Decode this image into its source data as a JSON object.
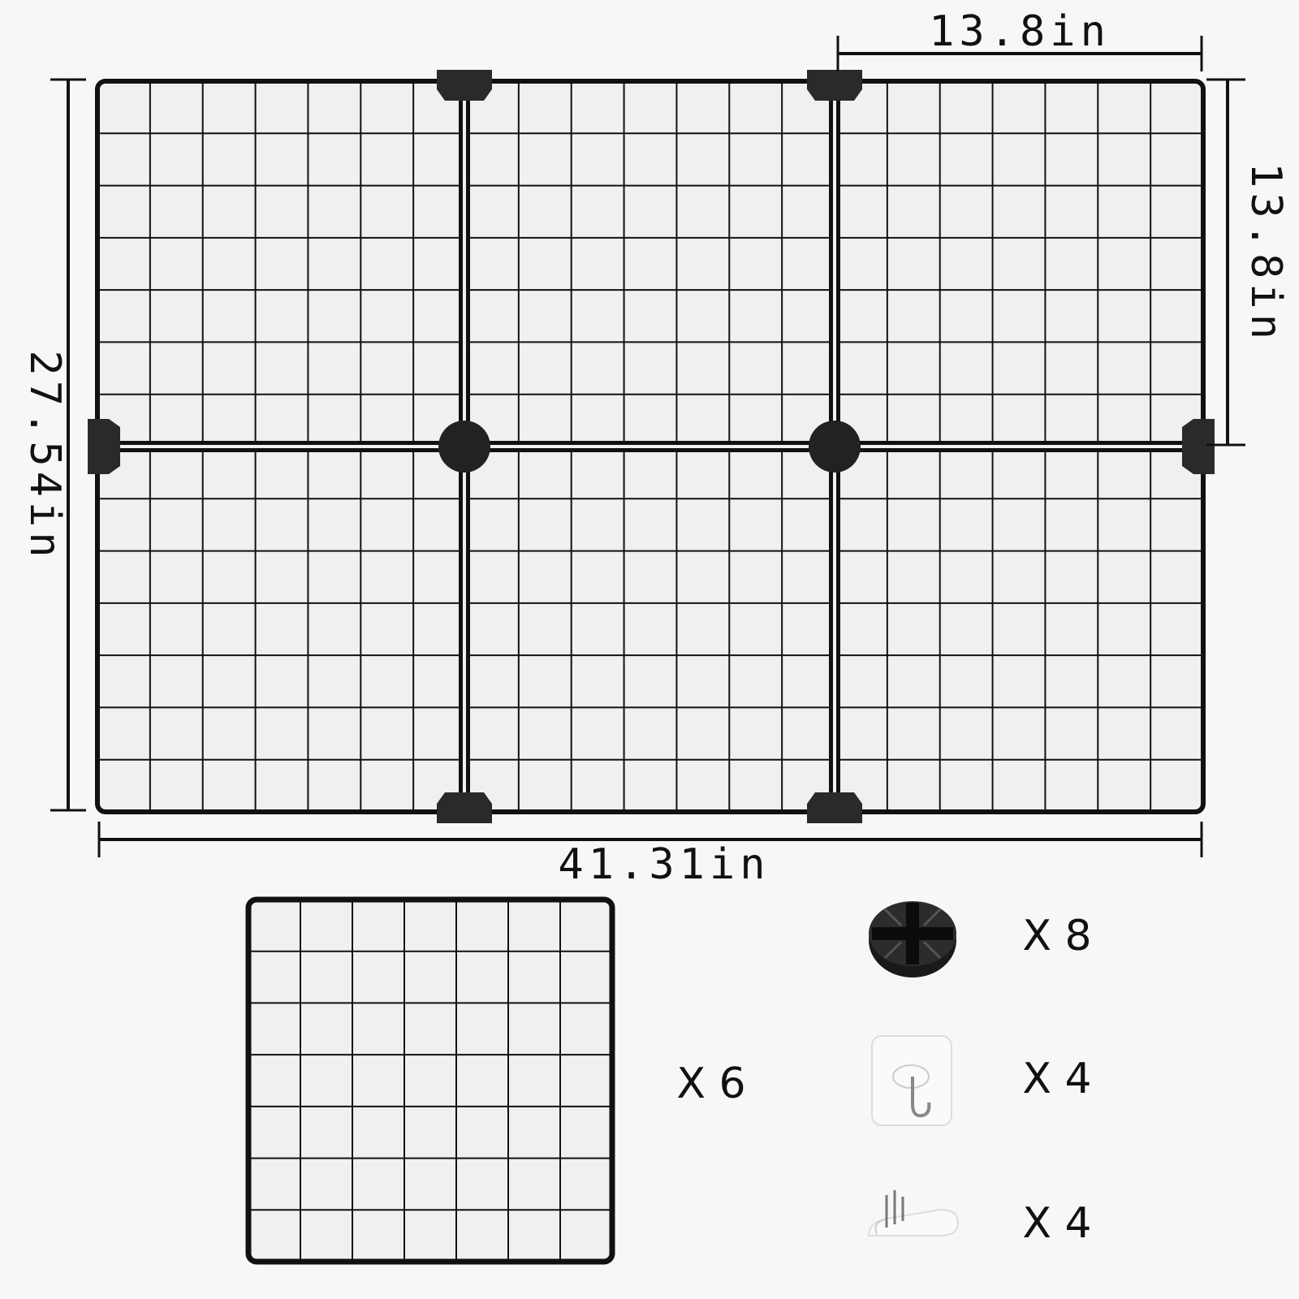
{
  "dimensions": {
    "panel_width": "13.8in",
    "panel_height": "13.8in",
    "total_height": "27.54in",
    "total_width": "41.31in"
  },
  "contents": [
    {
      "item": "mesh-panel",
      "quantity": "X 6"
    },
    {
      "item": "connector",
      "quantity": "X 8"
    },
    {
      "item": "adhesive-hook",
      "quantity": "X 4"
    },
    {
      "item": "wall-clip",
      "quantity": "X 4"
    }
  ],
  "colors": {
    "frame": "#111111",
    "panel_fill": "#f0f0f0",
    "background": "#f7f7f7"
  }
}
